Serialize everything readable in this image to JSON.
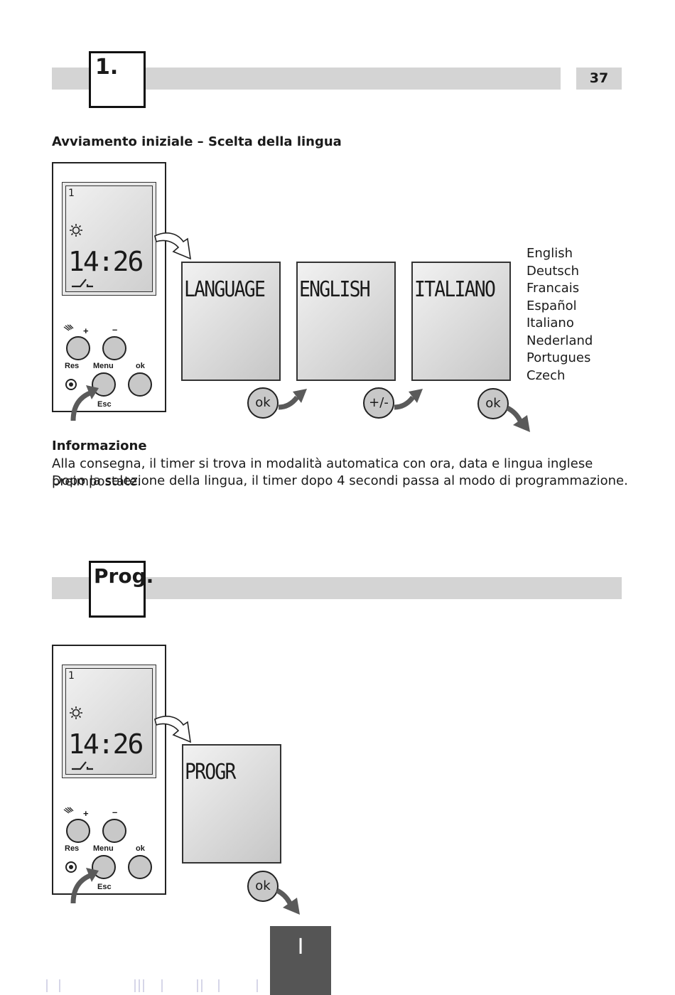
{
  "page_number": "37",
  "section1": {
    "tab_label": "1.",
    "heading": "Avviamento iniziale – Scelta della lingua",
    "device": {
      "channel": "1",
      "time": "14:26",
      "btn_plus": "+",
      "btn_minus": "–",
      "label_res": "Res",
      "label_menu": "Menu",
      "label_ok": "ok",
      "label_esc": "Esc"
    },
    "screens": [
      "LANGUAGE",
      "ENGLISH",
      "ITALIANO"
    ],
    "step_buttons": [
      "ok",
      "+/-",
      "ok"
    ],
    "languages": [
      "English",
      "Deutsch",
      "Francais",
      "Español",
      "Italiano",
      "Nederland",
      "Portugues",
      "Czech"
    ],
    "info_heading": "Informazione",
    "info_line1": "Alla consegna, il timer si trova in modalità automatica con ora, data e lingua inglese preimpostate.",
    "info_line2": "Dopo la selezione della lingua, il timer dopo 4 secondi passa al modo di programmazione."
  },
  "section2": {
    "tab_label": "Prog.",
    "device": {
      "channel": "1",
      "time": "14:26",
      "btn_plus": "+",
      "btn_minus": "–",
      "label_res": "Res",
      "label_menu": "Menu",
      "label_ok": "ok",
      "label_esc": "Esc"
    },
    "screen": "PROGR",
    "step_button": "ok"
  },
  "bottom_tab": "I",
  "colors": {
    "band": "#d4d4d4",
    "bottom_tab": "#555555",
    "arrow": "#5a5a5a"
  }
}
